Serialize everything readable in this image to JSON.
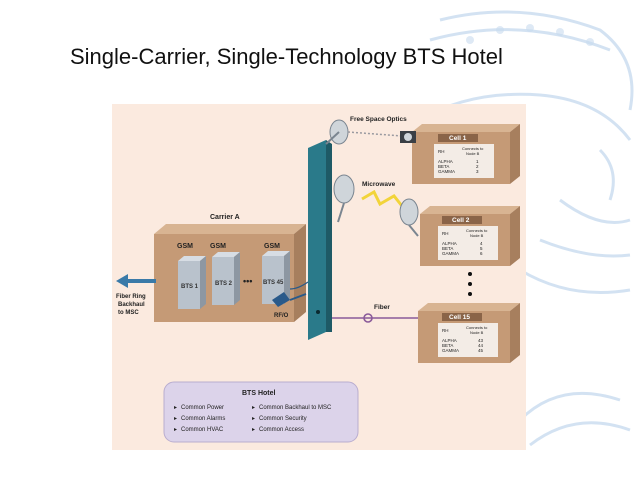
{
  "slide": {
    "title": "Single-Carrier, Single-Technology BTS Hotel"
  },
  "diagram": {
    "free_space_optics_label": "Free Space Optics",
    "microwave_label": "Microwave",
    "fiber_label": "Fiber",
    "rf_o_label": "RF/O",
    "carrier": {
      "label": "Carrier A",
      "tech_labels": [
        "GSM",
        "GSM",
        "GSM"
      ],
      "bts_labels": [
        "BTS 1",
        "BTS 2",
        "BTS 45"
      ],
      "ellipsis": "•••"
    },
    "backhaul_label": [
      "Fiber Ring",
      "Backhaul",
      "to MSC"
    ],
    "cells": [
      {
        "title": "Cell 1",
        "rh": "RH",
        "connects": [
          "Connects to",
          "Node B"
        ],
        "sectors": [
          "ALPHA",
          "BETA",
          "GAMMA"
        ],
        "values": [
          "1",
          "2",
          "3"
        ]
      },
      {
        "title": "Cell 2",
        "rh": "RH",
        "connects": [
          "Connects to",
          "Node B"
        ],
        "sectors": [
          "ALPHA",
          "BETA",
          "GAMMA"
        ],
        "values": [
          "4",
          "5",
          "6"
        ]
      },
      {
        "title": "Cell 15",
        "rh": "RH",
        "connects": [
          "Connects to",
          "Node B"
        ],
        "sectors": [
          "ALPHA",
          "BETA",
          "GAMMA"
        ],
        "values": [
          "43",
          "44",
          "45"
        ]
      }
    ],
    "hotel": {
      "title": "BTS Hotel",
      "left_items": [
        "Common Power",
        "Common Alarms",
        "Common HVAC"
      ],
      "right_items": [
        "Common Backhaul to MSC",
        "Common Security",
        "Common Access"
      ]
    },
    "colors": {
      "background": "#fbeadf",
      "tower": "#2a7a8a",
      "box": "#c59a76",
      "arrow": "#3a7aa8",
      "fiber": "#8a5a9a",
      "hotel_box": "#dcd3ea"
    }
  }
}
